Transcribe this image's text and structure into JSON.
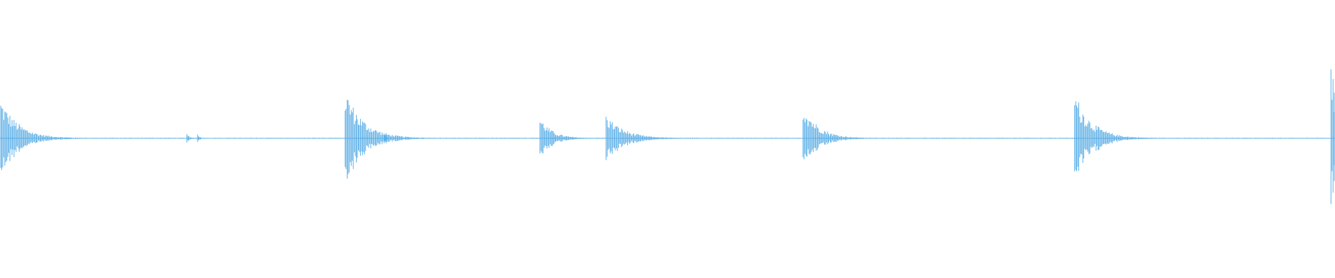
{
  "waveform": {
    "color": "#5aaee6",
    "baseline_color": "#6bb5e8",
    "peak_amplitude_scale": 1.0,
    "transients": [
      {
        "time_fraction": 0.0005,
        "amplitude": 0.55,
        "decay": 0.03
      },
      {
        "time_fraction": 0.14,
        "amplitude": 0.09,
        "decay": 0.004
      },
      {
        "time_fraction": 0.148,
        "amplitude": 0.07,
        "decay": 0.003
      },
      {
        "time_fraction": 0.2585,
        "amplitude": 0.7,
        "decay": 0.03
      },
      {
        "time_fraction": 0.288,
        "amplitude": 0.08,
        "decay": 0.003
      },
      {
        "time_fraction": 0.4045,
        "amplitude": 0.3,
        "decay": 0.02
      },
      {
        "time_fraction": 0.454,
        "amplitude": 0.33,
        "decay": 0.03
      },
      {
        "time_fraction": 0.6015,
        "amplitude": 0.5,
        "decay": 0.025
      },
      {
        "time_fraction": 0.805,
        "amplitude": 0.65,
        "decay": 0.028
      },
      {
        "time_fraction": 0.997,
        "amplitude": 1.0,
        "decay": 0.02
      }
    ]
  }
}
